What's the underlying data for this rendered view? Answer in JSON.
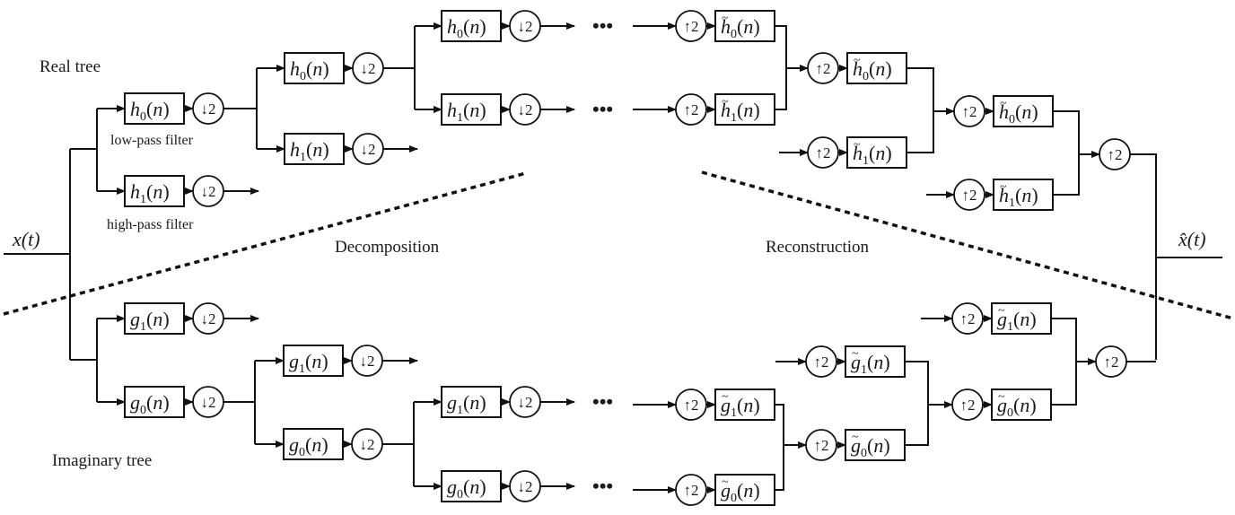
{
  "input_signal": "x(t)",
  "output_signal": "x̂(t)",
  "labels": {
    "real_tree": "Real tree",
    "imaginary_tree": "Imaginary tree",
    "decomposition": "Decomposition",
    "reconstruction": "Reconstruction",
    "low_pass": "low-pass filter",
    "high_pass": "high-pass filter",
    "ellipsis": "•••"
  },
  "symbols": {
    "downsample": "↓2",
    "upsample": "↑2"
  },
  "real_tree": {
    "decomposition": [
      {
        "id": "h0-l1",
        "base": "h",
        "tilde": false,
        "sub": "0"
      },
      {
        "id": "h1-l1",
        "base": "h",
        "tilde": false,
        "sub": "1"
      },
      {
        "id": "h0-l2",
        "base": "h",
        "tilde": false,
        "sub": "0"
      },
      {
        "id": "h1-l2",
        "base": "h",
        "tilde": false,
        "sub": "1"
      },
      {
        "id": "h0-l3",
        "base": "h",
        "tilde": false,
        "sub": "0"
      },
      {
        "id": "h1-l3",
        "base": "h",
        "tilde": false,
        "sub": "1"
      }
    ],
    "reconstruction": [
      {
        "id": "th0-l3",
        "base": "h",
        "tilde": true,
        "sub": "0"
      },
      {
        "id": "th1-l3",
        "base": "h",
        "tilde": true,
        "sub": "1"
      },
      {
        "id": "th0-l2",
        "base": "h",
        "tilde": true,
        "sub": "0"
      },
      {
        "id": "th1-l2",
        "base": "h",
        "tilde": true,
        "sub": "1"
      },
      {
        "id": "th0-l1",
        "base": "h",
        "tilde": true,
        "sub": "0"
      },
      {
        "id": "th1-l1",
        "base": "h",
        "tilde": true,
        "sub": "1"
      }
    ]
  },
  "imaginary_tree": {
    "decomposition": [
      {
        "id": "g1-l1",
        "base": "g",
        "tilde": false,
        "sub": "1"
      },
      {
        "id": "g0-l1",
        "base": "g",
        "tilde": false,
        "sub": "0"
      },
      {
        "id": "g1-l2",
        "base": "g",
        "tilde": false,
        "sub": "1"
      },
      {
        "id": "g0-l2",
        "base": "g",
        "tilde": false,
        "sub": "0"
      },
      {
        "id": "g1-l3",
        "base": "g",
        "tilde": false,
        "sub": "1"
      },
      {
        "id": "g0-l3",
        "base": "g",
        "tilde": false,
        "sub": "0"
      }
    ],
    "reconstruction": [
      {
        "id": "tg1-l3",
        "base": "g",
        "tilde": true,
        "sub": "1"
      },
      {
        "id": "tg0-l3",
        "base": "g",
        "tilde": true,
        "sub": "0"
      },
      {
        "id": "tg1-l2",
        "base": "g",
        "tilde": true,
        "sub": "1"
      },
      {
        "id": "tg0-l2",
        "base": "g",
        "tilde": true,
        "sub": "0"
      },
      {
        "id": "tg1-l1",
        "base": "g",
        "tilde": true,
        "sub": "1"
      },
      {
        "id": "tg0-l1",
        "base": "g",
        "tilde": true,
        "sub": "0"
      }
    ]
  }
}
